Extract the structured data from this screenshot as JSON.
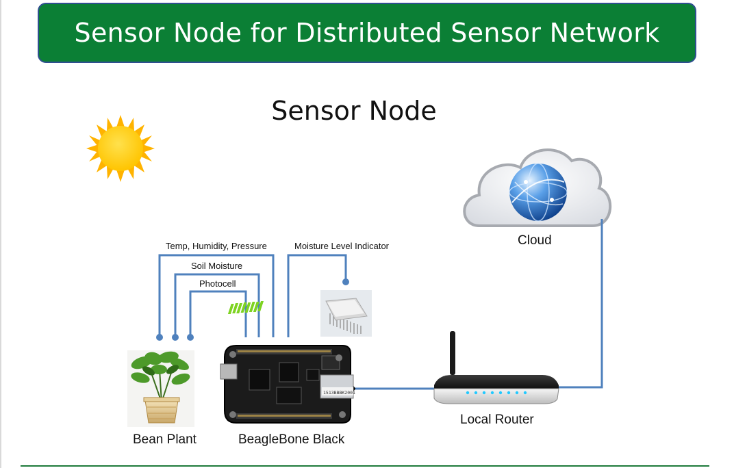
{
  "title": "Sensor Node for Distributed Sensor Network",
  "subtitle": "Sensor Node",
  "sensor_lines": {
    "temp": "Temp, Humidity, Pressure",
    "soil": "Soil Moisture",
    "photocell": "Photocell",
    "moisture_indicator": "Moisture Level Indicator"
  },
  "components": {
    "plant": "Bean Plant",
    "board": "BeagleBone Black",
    "router": "Local Router",
    "cloud": "Cloud"
  },
  "board_sticker": "1513BBBK2001",
  "colors": {
    "banner": "#0b7f35",
    "wire": "#4f81bd",
    "sun": "#ffd400"
  }
}
